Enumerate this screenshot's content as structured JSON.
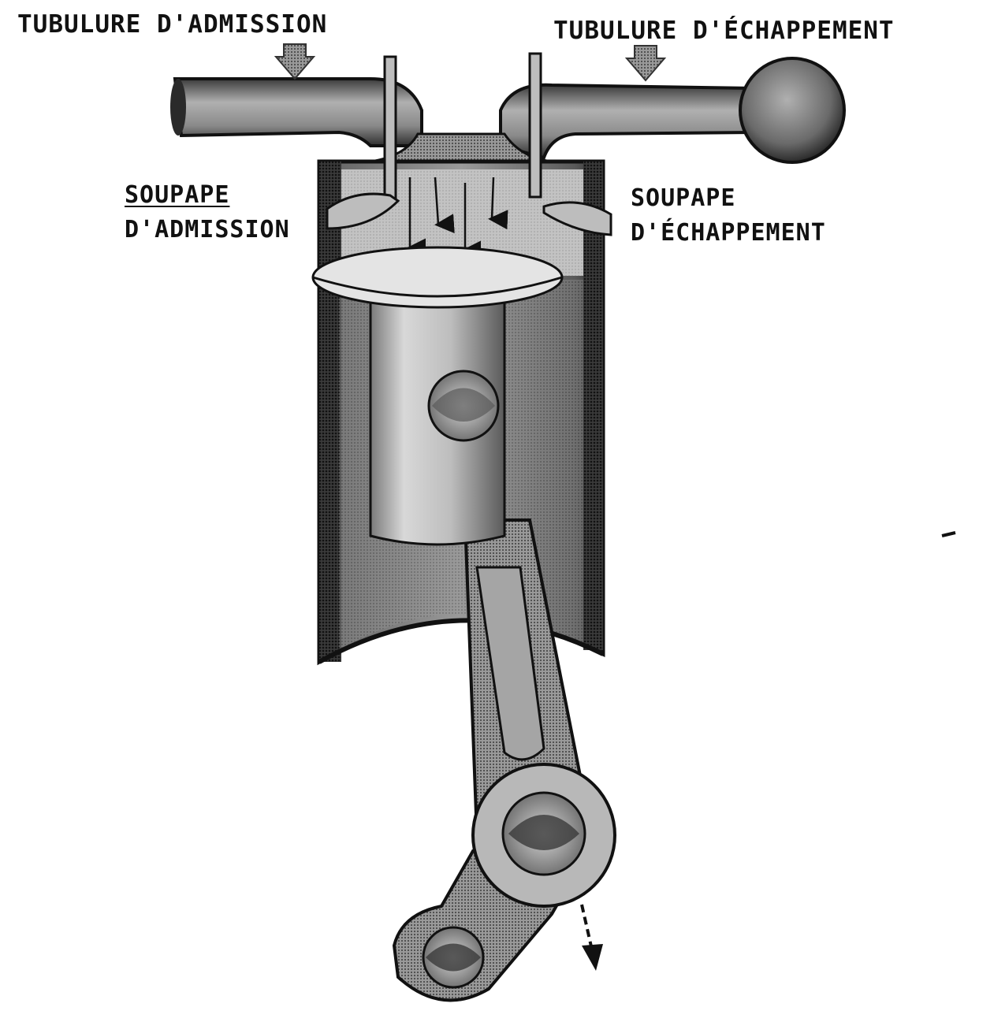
{
  "labels": {
    "intake_pipe": "TUBULURE D'ADMISSION",
    "exhaust_pipe": "TUBULURE D'ÉCHAPPEMENT",
    "intake_valve_line1": "SOUPAPE",
    "intake_valve_line2": "D'ADMISSION",
    "exhaust_valve_line1": "SOUPAPE",
    "exhaust_valve_line2": "D'ÉCHAPPEMENT"
  },
  "colors": {
    "ink": "#111111",
    "dark_metal": "#3a3a3a",
    "mid_metal": "#8a8a8a",
    "light_metal": "#c9c9c9",
    "paper": "#ffffff"
  },
  "icons": [
    "down-arrow-icon",
    "intake-flow-arrow-icon",
    "crank-rotation-arrow-icon"
  ]
}
